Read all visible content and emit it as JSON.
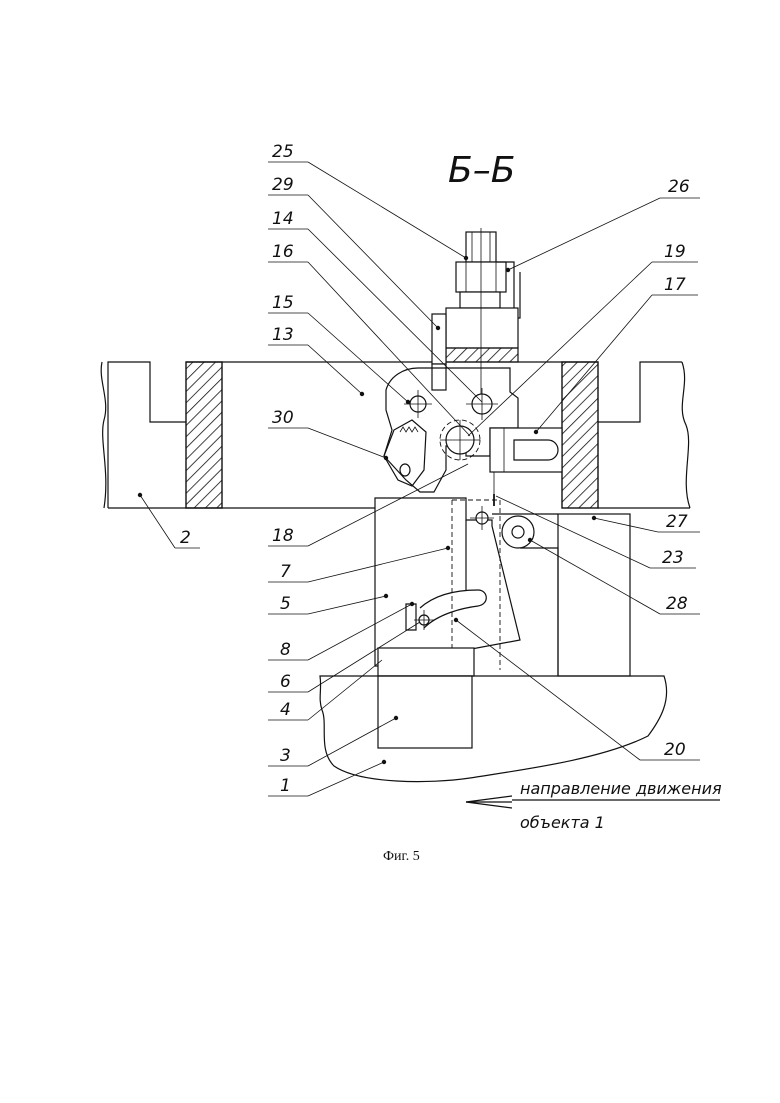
{
  "drawing": {
    "section_title": "Б–Б",
    "caption": "Фиг. 5",
    "direction_line1": "направление движения",
    "direction_line2": "объекта 1"
  },
  "labels": {
    "l25": "25",
    "l29": "29",
    "l14": "14",
    "l16": "16",
    "l15": "15",
    "l13": "13",
    "l30": "30",
    "l26": "26",
    "l19": "19",
    "l17": "17",
    "l2": "2",
    "l18": "18",
    "l7": "7",
    "l5": "5",
    "l8": "8",
    "l6": "6",
    "l4": "4",
    "l3": "3",
    "l1": "1",
    "l27": "27",
    "l23": "23",
    "l28": "28",
    "l20": "20"
  }
}
